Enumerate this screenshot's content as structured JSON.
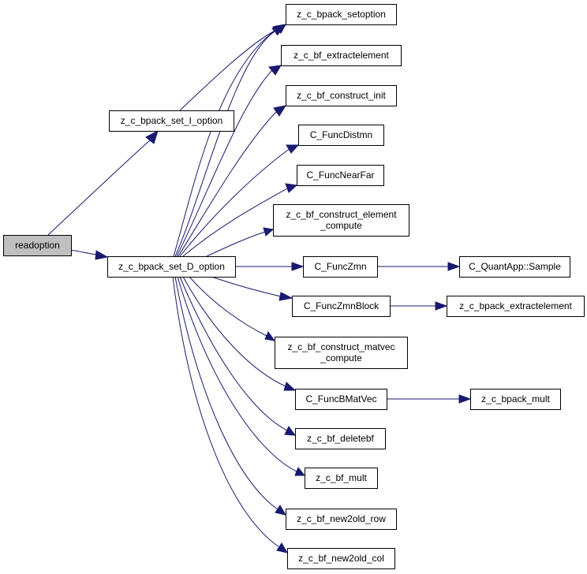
{
  "graph": {
    "edge_color": "#191970",
    "root_fill": "#bfbfbf",
    "nodes": {
      "readoption": [
        "readoption"
      ],
      "set_I_option": [
        "z_c_bpack_set_I_option"
      ],
      "set_D_option": [
        "z_c_bpack_set_D_option"
      ],
      "setoption": [
        "z_c_bpack_setoption"
      ],
      "bf_extractelement": [
        "z_c_bf_extractelement"
      ],
      "bf_construct_init": [
        "z_c_bf_construct_init"
      ],
      "FuncDistmn": [
        "C_FuncDistmn"
      ],
      "FuncNearFar": [
        "C_FuncNearFar"
      ],
      "bf_construct_element_compute": [
        "z_c_bf_construct_element",
        "_compute"
      ],
      "FuncZmn": [
        "C_FuncZmn"
      ],
      "QuantApp_Sample": [
        "C_QuantApp::Sample"
      ],
      "FuncZmnBlock": [
        "C_FuncZmnBlock"
      ],
      "bpack_extractelement": [
        "z_c_bpack_extractelement"
      ],
      "bf_construct_matvec_compute": [
        "z_c_bf_construct_matvec",
        "_compute"
      ],
      "FuncBMatVec": [
        "C_FuncBMatVec"
      ],
      "bpack_mult": [
        "z_c_bpack_mult"
      ],
      "bf_deletebf": [
        "z_c_bf_deletebf"
      ],
      "bf_mult": [
        "z_c_bf_mult"
      ],
      "bf_new2old_row": [
        "z_c_bf_new2old_row"
      ],
      "bf_new2old_col": [
        "z_c_bf_new2old_col"
      ]
    }
  }
}
